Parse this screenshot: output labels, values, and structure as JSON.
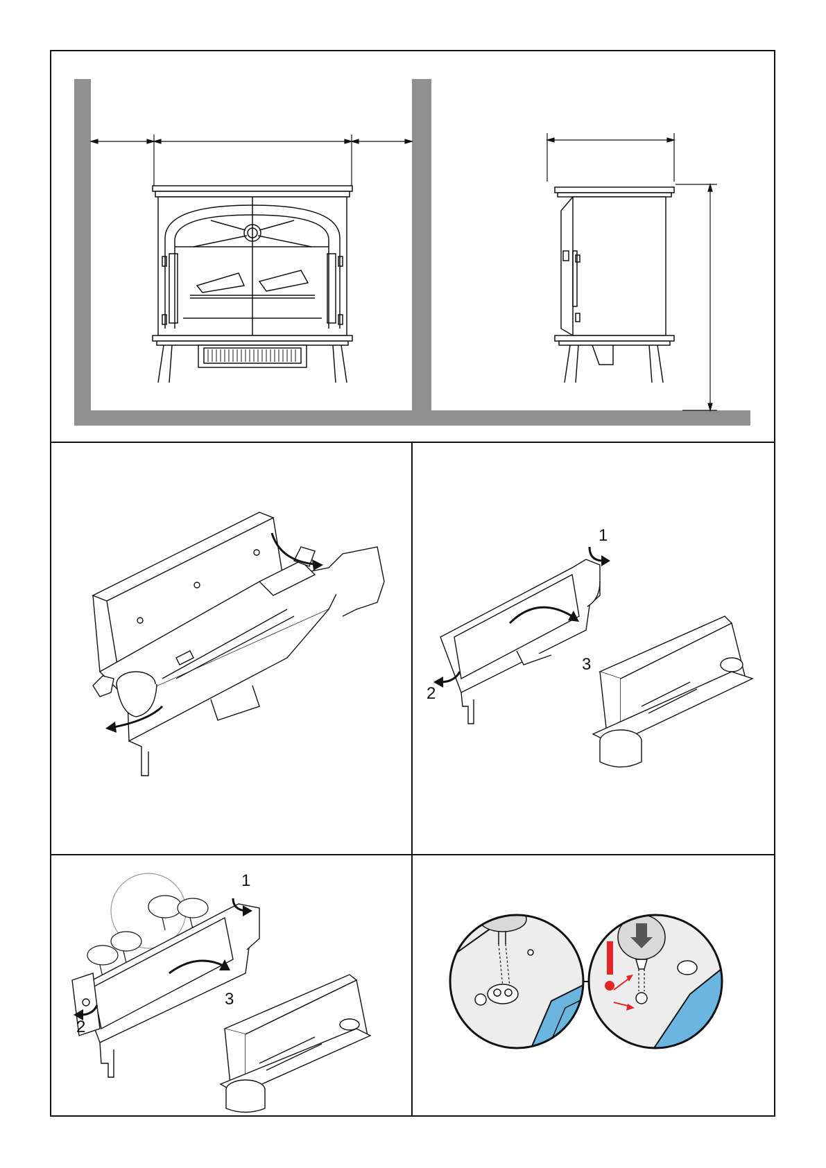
{
  "panels": {
    "p3": {
      "labels": [
        "1",
        "2",
        "3"
      ]
    },
    "p4": {
      "labels": [
        "1",
        "2",
        "3"
      ]
    }
  },
  "colors": {
    "wall": "#909090",
    "accent_blue": "#6ab6e0",
    "warning_red": "#e32526",
    "line": "#111111"
  },
  "icons": [
    "warning-exclamation-icon",
    "down-arrow-icon"
  ]
}
